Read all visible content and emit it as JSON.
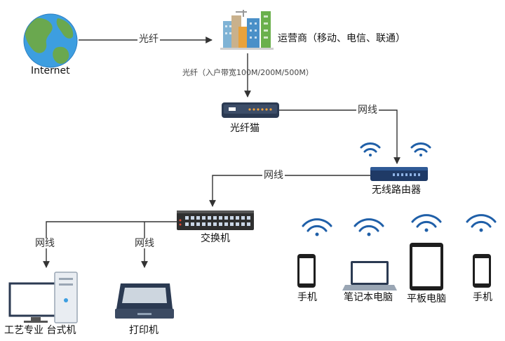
{
  "nodes": {
    "internet": "Internet",
    "isp": "运营商（移动、电信、联通）",
    "modem": "光纤猫",
    "router": "无线路由器",
    "switch": "交换机",
    "desktop": "工艺专业 台式机",
    "printer": "打印机",
    "phone_left": "手机",
    "laptop": "笔记本电脑",
    "tablet": "平板电脑",
    "phone_right": "手机"
  },
  "edges": {
    "internet_isp": "光纤",
    "isp_modem": "光纤（入户带宽100M/200M/500M）",
    "modem_router": "网线",
    "router_switch": "网线",
    "switch_desktop": "网线",
    "switch_printer": "网线"
  },
  "colors": {
    "line": "#333333",
    "device_dark": "#2b3a52",
    "router_blue": "#1f3a66",
    "wifi": "#1f5fa8",
    "globe_water": "#3d9ee0",
    "globe_land": "#6aa84f"
  }
}
